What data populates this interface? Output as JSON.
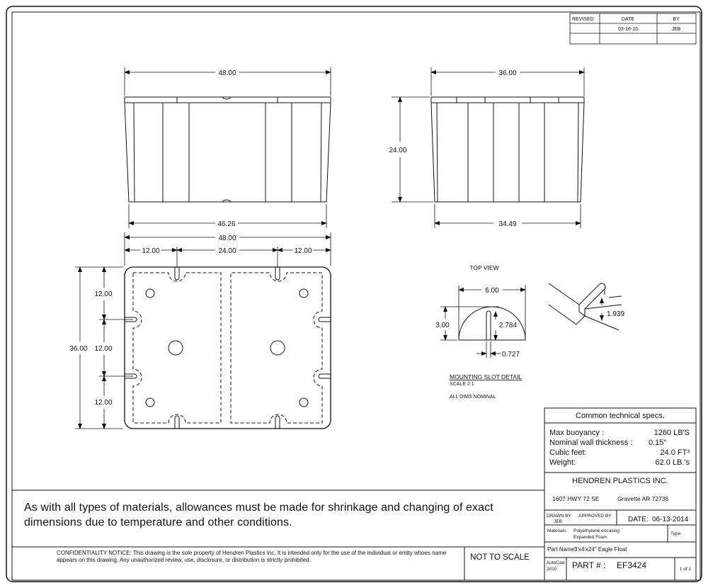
{
  "revision_block": {
    "headers": [
      "REVISED",
      "DATE",
      "BY"
    ],
    "rows": [
      [
        "",
        "03-16-15",
        "JEB"
      ],
      [
        "",
        "",
        ""
      ]
    ]
  },
  "dimensions": {
    "front_top": "48.00",
    "front_bottom": "46.26",
    "side_top": "36.00",
    "side_height": "24.00",
    "side_bottom": "34.49",
    "top_overall": "48.00",
    "top_left": "12.00",
    "top_middle": "24.00",
    "top_right": "12.00",
    "top_height": "36.00",
    "top_seg1": "12.00",
    "top_seg2": "12.00",
    "top_seg3": "12.00"
  },
  "slot_detail": {
    "top_view_label": "TOP VIEW",
    "width": "6.00",
    "height": "3.00",
    "slot_depth": "2.784",
    "slot_width": "0.727",
    "iso_dim": "1.939",
    "title": "MOUNTING SLOT DETAIL",
    "scale": "SCALE 2:1",
    "note": "ALL DIMS NOMINAL"
  },
  "specs": {
    "title": "Common technical specs.",
    "rows": [
      {
        "label": "Max buoyancy :",
        "value": "1260 LB'S"
      },
      {
        "label": "Nominal wall thickness :",
        "value": "0.15\""
      },
      {
        "label": "Cubic feet:",
        "value": "24.0 FT³"
      },
      {
        "label": "Weight:",
        "value": "62.0 LB.'s"
      }
    ]
  },
  "company": {
    "name": "HENDREN PLASTICS INC.",
    "address": "1607 HWY 72 SE",
    "city": "Gravette AR 72736"
  },
  "title_block": {
    "drawn_by_label": "DRAWN BY",
    "drawn_by": "JEB",
    "approved_by_label": "APPROVED BY",
    "date_label": "DATE:",
    "date": "06-13-2014",
    "materials_label": "Materials:",
    "materials_line1": "Polyethylene encasing",
    "materials_line2": "Expanded Foam",
    "type_label": "Type:",
    "part_name_label": "Part Name:",
    "part_name": "3'x4'x24\"  Eagle Float",
    "software_line1": "AutoCad",
    "software_line2": "2010",
    "part_no_label": "PART # :",
    "part_no": "EF3424",
    "sheet": "1 of 1"
  },
  "notes": {
    "allowance": "As with all types of materials, allowances must be made for shrinkage and changing of exact dimensions due to temperature and other conditions.",
    "confidentiality": "CONFIDENTIALITY NOTICE: This drawing is the sole property of Hendren Plastics Inc. It is intended only for the use of the individual or entity whoes name appears on this drawing. Any unauthorized review, use, disclosure, or distribution is strictly prohibited.",
    "scale": "NOT TO SCALE"
  }
}
